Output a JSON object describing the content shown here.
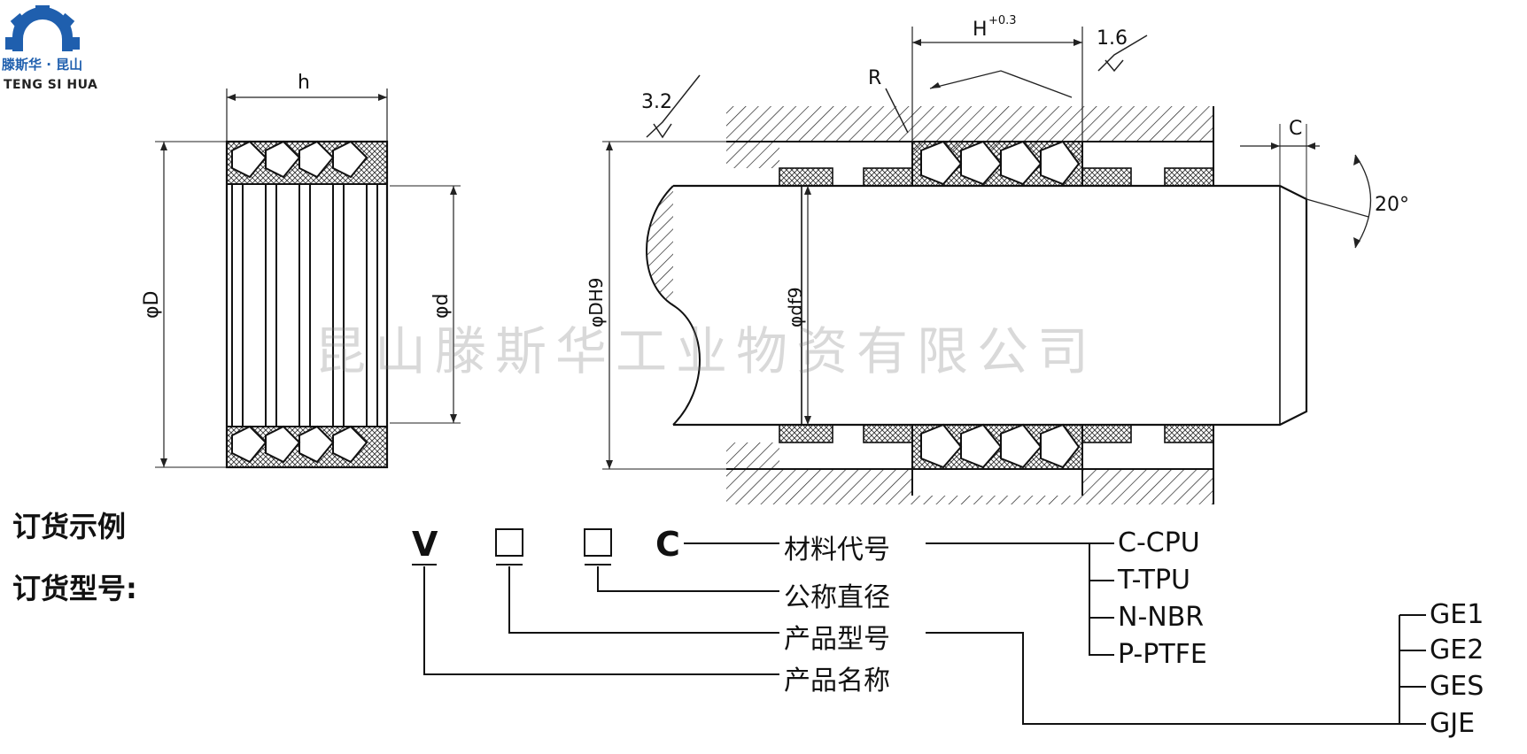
{
  "logo": {
    "name_cn": "滕斯华 · 昆山",
    "name_en": "TENG SI HUA",
    "color": "#1f5fae"
  },
  "watermark": "昆山滕斯华工业物资有限公司",
  "drawing_left": {
    "dim_h": "h",
    "dim_D": "φD",
    "dim_d": "φd"
  },
  "drawing_right": {
    "dim_H": "H",
    "dim_H_tol": "+0.3",
    "roughness_top": "1.6",
    "roughness_left": "3.2",
    "radius_label": "R",
    "chamfer_label": "C",
    "angle_label": "20°",
    "bore_dim": "φDH9",
    "shaft_dim": "φdf9"
  },
  "order": {
    "example_label": "订货示例",
    "model_label": "订货型号:",
    "code_V": "V",
    "code_C": "C",
    "fields": {
      "material_code": "材料代号",
      "nominal_diameter": "公称直径",
      "product_model": "产品型号",
      "product_name": "产品名称"
    },
    "materials": [
      "C-CPU",
      "T-TPU",
      "N-NBR",
      "P-PTFE"
    ],
    "models": [
      "GE1",
      "GE2",
      "GES",
      "GJE"
    ]
  }
}
